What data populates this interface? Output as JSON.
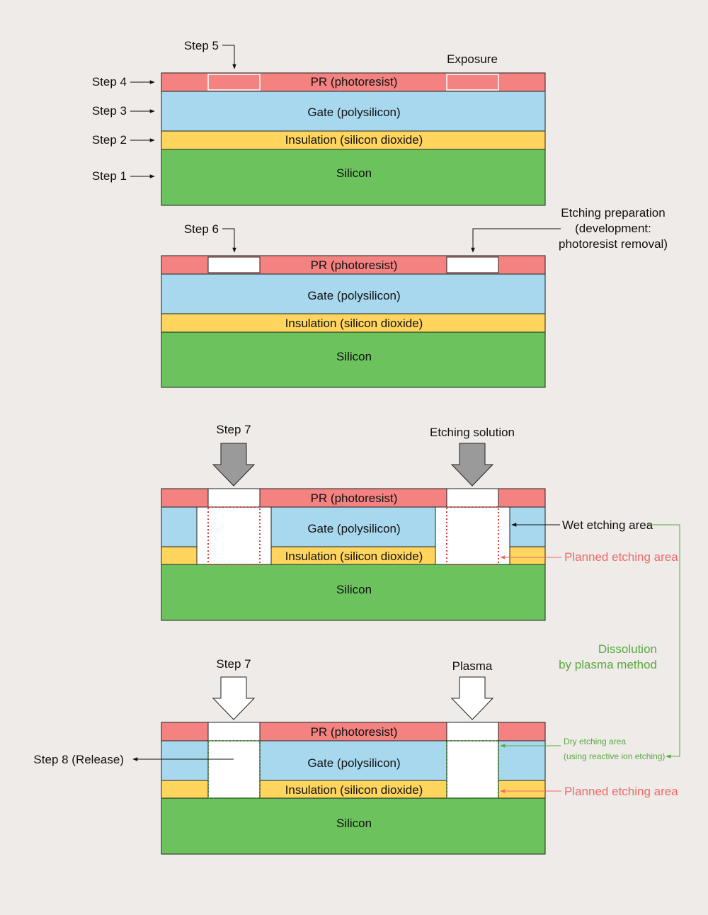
{
  "layers": {
    "pr": "PR (photoresist)",
    "gate": "Gate (polysilicon)",
    "insulation": "Insulation (silicon dioxide)",
    "silicon": "Silicon"
  },
  "panel1": {
    "step5": "Step 5",
    "step4": "Step 4",
    "step3": "Step 3",
    "step2": "Step 2",
    "step1": "Step 1",
    "exposure": "Exposure"
  },
  "panel2": {
    "step6": "Step 6",
    "prep_line1": "Etching preparation",
    "prep_line2": "(development:",
    "prep_line3": "photoresist removal)"
  },
  "panel3": {
    "step7": "Step 7",
    "solution": "Etching solution",
    "wet": "Wet etching area",
    "planned": "Planned etching area"
  },
  "side": {
    "line1": "Dissolution",
    "line2": "by plasma method"
  },
  "panel4": {
    "step7": "Step 7",
    "plasma": "Plasma",
    "release": "Step 8 (Release)",
    "dry_line1": "Dry etching area",
    "dry_line2": "(using reactive ion etching)",
    "planned": "Planned etching area"
  },
  "colors": {
    "pr": "#f48281",
    "gate": "#a8d8ee",
    "insulation": "#ffd55e",
    "silicon": "#6cc35e",
    "planned_red": "#ef6a6a",
    "dry_green": "#5aa940",
    "background": "#efebe8"
  }
}
